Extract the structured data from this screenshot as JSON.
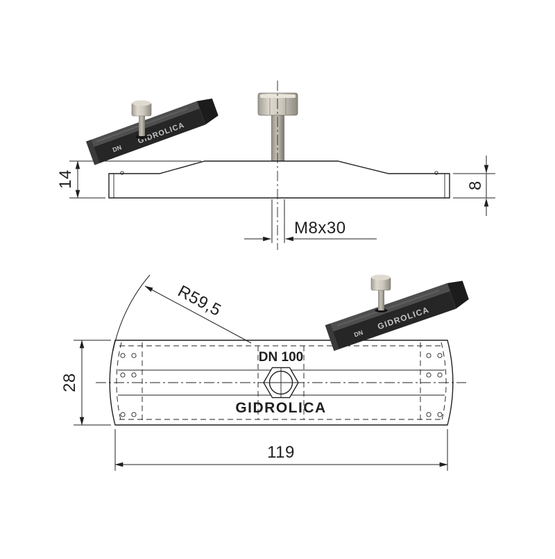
{
  "colors": {
    "line": "#1f1f1f",
    "background": "#ffffff",
    "part_body": "#262626",
    "part_top": "#4e4e4e",
    "engrave_text": "#c4c4c4",
    "bolt_metal": "#ccc8be"
  },
  "side_view": {
    "dim_height_center": "14",
    "dim_height_end": "8",
    "dim_bolt_thread": "M8x30"
  },
  "plan_view": {
    "dim_width": "28",
    "dim_length": "119",
    "dim_end_radius": "R59,5",
    "label_dn": "DN 100",
    "label_brand": "GIDROLICA"
  },
  "iso_part_top": {
    "label_dn": "DN",
    "label_brand": "GIDROLICA"
  },
  "iso_part_bottom": {
    "label_dn": "DN",
    "label_brand": "GIDROLICA"
  }
}
